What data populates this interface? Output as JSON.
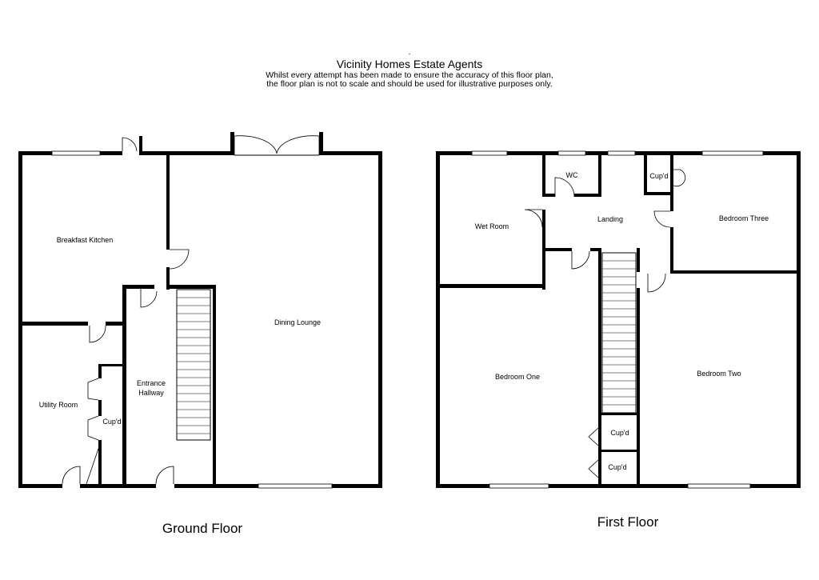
{
  "header": {
    "dot": ".",
    "title": "Vicinity Homes Estate Agents",
    "disclaimer_line1": "Whilst every attempt has been made to ensure the accuracy of this floor plan,",
    "disclaimer_line2": "the floor plan is not to scale and should be used for illustrative purposes only."
  },
  "ground_floor": {
    "label": "Ground Floor",
    "rooms": {
      "breakfast_kitchen": "Breakfast Kitchen",
      "dining_lounge": "Dining Lounge",
      "utility_room": "Utility Room",
      "cupboard": "Cup'd",
      "entrance_line1": "Entrance",
      "entrance_line2": "Hallway"
    }
  },
  "first_floor": {
    "label": "First Floor",
    "rooms": {
      "wc": "WC",
      "cupboard_top": "Cup'd",
      "wet_room": "Wet Room",
      "landing": "Landing",
      "bedroom_three": "Bedroom Three",
      "bedroom_one": "Bedroom One",
      "bedroom_two": "Bedroom Two",
      "cupboard_mid": "Cup'd",
      "cupboard_low": "Cup'd"
    }
  }
}
